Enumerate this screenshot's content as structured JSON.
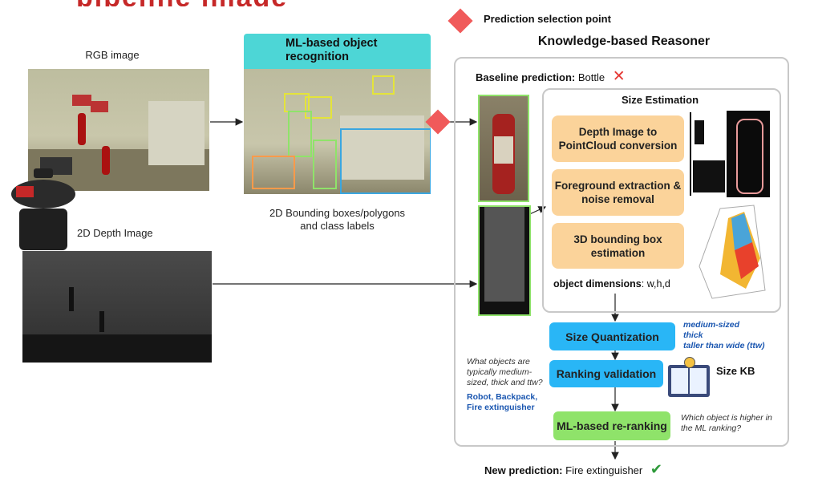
{
  "title_fragment": "pipeline image",
  "legend": {
    "label": "Prediction selection point",
    "color": "#f05a5a"
  },
  "rgb": {
    "caption": "RGB image"
  },
  "depth": {
    "caption": "2D Depth Image"
  },
  "ml": {
    "header": "ML-based object recognition",
    "caption_line1": "2D Bounding boxes/polygons",
    "caption_line2": "and class labels"
  },
  "reasoner": {
    "title": "Knowledge-based Reasoner",
    "baseline_label": "Baseline prediction:",
    "baseline_value": "Bottle",
    "size_estimation": {
      "title": "Size Estimation",
      "steps": [
        "Depth Image to PointCloud conversion",
        "Foreground extraction & noise removal",
        "3D bounding box estimation"
      ],
      "dims_label": "object dimensions",
      "dims_value": ": w,h,d"
    },
    "quantization": {
      "label": "Size Quantization",
      "attributes": [
        "medium-sized",
        "thick",
        "taller than wide (ttw)"
      ]
    },
    "ranking": {
      "label": "Ranking validation",
      "kb_label": "Size KB",
      "question": "What objects are typically medium-sized, thick and ttw?",
      "answer": "Robot, Backpack, Fire extinguisher"
    },
    "rerank": {
      "label": "ML-based re-ranking",
      "question": "Which object is higher in the ML ranking?"
    },
    "new_label": "New prediction:",
    "new_value": "Fire extinguisher"
  },
  "colors": {
    "teal": "#4dd6d6",
    "peach": "#fbd39a",
    "blue": "#29b6f6",
    "green": "#8fe36a",
    "red": "#e53935",
    "check": "#2e9a3a"
  }
}
